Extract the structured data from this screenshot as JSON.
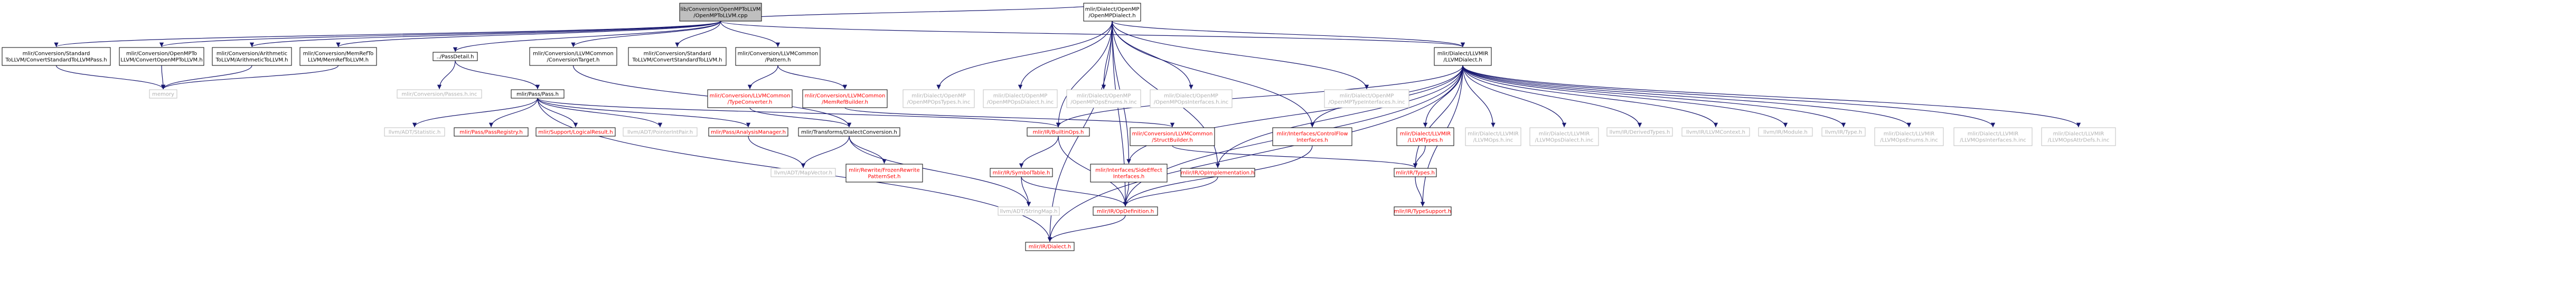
{
  "colors": {
    "edge": "#191970",
    "root_fill": "#bfbfbf",
    "root_stroke": "#000000",
    "node_fill": "#ffffff",
    "doc_node_stroke": "#000000",
    "nodoc_node_stroke": "#bfbfbf",
    "linked_text": "#000000",
    "nolink_text": "#b0b0b0",
    "red_text": "#ff0000"
  },
  "nodes": [
    {
      "id": "root",
      "lines": [
        "lib/Conversion/OpenMPToLLVM",
        "/OpenMPToLLVM.cpp"
      ],
      "style": "root"
    },
    {
      "id": "n_std_to_llvm_pass",
      "lines": [
        "mlir/Conversion/Standard",
        "ToLLVM/ConvertStandardToLLVMPass.h"
      ],
      "style": "doc"
    },
    {
      "id": "n_openmp_to_llvm",
      "lines": [
        "mlir/Conversion/OpenMPTo",
        "LLVM/ConvertOpenMPToLLVM.h"
      ],
      "style": "doc"
    },
    {
      "id": "n_arith_to_llvm",
      "lines": [
        "mlir/Conversion/Arithmetic",
        "ToLLVM/ArithmeticToLLVM.h"
      ],
      "style": "doc"
    },
    {
      "id": "n_memref_to_llvm",
      "lines": [
        "mlir/Conversion/MemRefTo",
        "LLVM/MemRefToLLVM.h"
      ],
      "style": "doc"
    },
    {
      "id": "n_memory",
      "lines": [
        "memory"
      ],
      "style": "nodoc"
    },
    {
      "id": "n_passdetail",
      "lines": [
        "../PassDetail.h"
      ],
      "style": "doc"
    },
    {
      "id": "n_conv_passes",
      "lines": [
        "mlir/Conversion/Passes.h.inc"
      ],
      "style": "nodoc"
    },
    {
      "id": "n_pass",
      "lines": [
        "mlir/Pass/Pass.h"
      ],
      "style": "doc"
    },
    {
      "id": "n_statistic",
      "lines": [
        "llvm/ADT/Statistic.h"
      ],
      "style": "nodoc"
    },
    {
      "id": "n_pass_registry",
      "lines": [
        "mlir/Pass/PassRegistry.h"
      ],
      "style": "red"
    },
    {
      "id": "n_logical_result",
      "lines": [
        "mlir/Support/LogicalResult.h"
      ],
      "style": "red"
    },
    {
      "id": "n_pointer_int_pair",
      "lines": [
        "llvm/ADT/PointerIntPair.h"
      ],
      "style": "nodoc"
    },
    {
      "id": "n_analysis_manager",
      "lines": [
        "mlir/Pass/AnalysisManager.h"
      ],
      "style": "red"
    },
    {
      "id": "n_llvmcommon_target",
      "lines": [
        "mlir/Conversion/LLVMCommon",
        "/ConversionTarget.h"
      ],
      "style": "doc"
    },
    {
      "id": "n_std_to_llvm",
      "lines": [
        "mlir/Conversion/Standard",
        "ToLLVM/ConvertStandardToLLVM.h"
      ],
      "style": "doc"
    },
    {
      "id": "n_llvmcommon_pattern",
      "lines": [
        "mlir/Conversion/LLVMCommon",
        "/Pattern.h"
      ],
      "style": "doc"
    },
    {
      "id": "n_type_converter",
      "lines": [
        "mlir/Conversion/LLVMCommon",
        "/TypeConverter.h"
      ],
      "style": "red"
    },
    {
      "id": "n_memref_builder",
      "lines": [
        "mlir/Conversion/LLVMCommon",
        "/MemRefBuilder.h"
      ],
      "style": "red"
    },
    {
      "id": "n_dialect_conversion",
      "lines": [
        "mlir/Transforms/DialectConversion.h"
      ],
      "style": "doc"
    },
    {
      "id": "n_mapvector",
      "lines": [
        "llvm/ADT/MapVector.h"
      ],
      "style": "nodoc"
    },
    {
      "id": "n_frozen_rewrite",
      "lines": [
        "mlir/Rewrite/FrozenRewrite",
        "PatternSet.h"
      ],
      "style": "red"
    },
    {
      "id": "n_openmp_dialect",
      "lines": [
        "mlir/Dialect/OpenMP",
        "/OpenMPDialect.h"
      ],
      "style": "doc"
    },
    {
      "id": "n_openmp_types_inc",
      "lines": [
        "mlir/Dialect/OpenMP",
        "/OpenMPOpsTypes.h.inc"
      ],
      "style": "nodoc"
    },
    {
      "id": "n_openmp_dialect_inc",
      "lines": [
        "mlir/Dialect/OpenMP",
        "/OpenMPOpsDialect.h.inc"
      ],
      "style": "nodoc"
    },
    {
      "id": "n_openmp_enums_inc",
      "lines": [
        "mlir/Dialect/OpenMP",
        "/OpenMPOpsEnums.h.inc"
      ],
      "style": "nodoc"
    },
    {
      "id": "n_openmp_iface_inc",
      "lines": [
        "mlir/Dialect/OpenMP",
        "/OpenMPOpsInterfaces.h.inc"
      ],
      "style": "nodoc"
    },
    {
      "id": "n_openmp_typeiface_inc",
      "lines": [
        "mlir/Dialect/OpenMP",
        "/OpenMPTypeInterfaces.h.inc"
      ],
      "style": "nodoc"
    },
    {
      "id": "n_builtin_ops",
      "lines": [
        "mlir/IR/BuiltinOps.h"
      ],
      "style": "red"
    },
    {
      "id": "n_structbuilder",
      "lines": [
        "mlir/Conversion/LLVMCommon",
        "/StructBuilder.h"
      ],
      "style": "red"
    },
    {
      "id": "n_symbol_table",
      "lines": [
        "mlir/IR/SymbolTable.h"
      ],
      "style": "red"
    },
    {
      "id": "n_stringmap",
      "lines": [
        "llvm/ADT/StringMap.h"
      ],
      "style": "nodoc"
    },
    {
      "id": "n_sideeffect",
      "lines": [
        "mlir/Interfaces/SideEffect",
        "Interfaces.h"
      ],
      "style": "red"
    },
    {
      "id": "n_op_impl",
      "lines": [
        "mlir/IR/OpImplementation.h"
      ],
      "style": "red"
    },
    {
      "id": "n_op_definition",
      "lines": [
        "mlir/IR/OpDefinition.h"
      ],
      "style": "red"
    },
    {
      "id": "n_ir_dialect",
      "lines": [
        "mlir/IR/Dialect.h"
      ],
      "style": "red"
    },
    {
      "id": "n_controlflow",
      "lines": [
        "mlir/Interfaces/ControlFlow",
        "Interfaces.h"
      ],
      "style": "red"
    },
    {
      "id": "n_llvm_dialect",
      "lines": [
        "mlir/Dialect/LLVMIR",
        "/LLVMDialect.h"
      ],
      "style": "doc"
    },
    {
      "id": "n_llvm_types",
      "lines": [
        "mlir/Dialect/LLVMIR",
        "/LLVMTypes.h"
      ],
      "style": "red"
    },
    {
      "id": "n_ir_types",
      "lines": [
        "mlir/IR/Types.h"
      ],
      "style": "red"
    },
    {
      "id": "n_type_support",
      "lines": [
        "mlir/IR/TypeSupport.h"
      ],
      "style": "red"
    },
    {
      "id": "n_llvm_ops_inc",
      "lines": [
        "mlir/Dialect/LLVMIR",
        "/LLVMOps.h.inc"
      ],
      "style": "nodoc"
    },
    {
      "id": "n_llvm_opsdialect_inc",
      "lines": [
        "mlir/Dialect/LLVMIR",
        "/LLVMOpsDialect.h.inc"
      ],
      "style": "nodoc"
    },
    {
      "id": "n_derived_types",
      "lines": [
        "llvm/IR/DerivedTypes.h"
      ],
      "style": "nodoc"
    },
    {
      "id": "n_llvm_context",
      "lines": [
        "llvm/IR/LLVMContext.h"
      ],
      "style": "nodoc"
    },
    {
      "id": "n_llvm_module",
      "lines": [
        "llvm/IR/Module.h"
      ],
      "style": "nodoc"
    },
    {
      "id": "n_llvm_type",
      "lines": [
        "llvm/IR/Type.h"
      ],
      "style": "nodoc"
    },
    {
      "id": "n_llvm_enums_inc",
      "lines": [
        "mlir/Dialect/LLVMIR",
        "/LLVMOpsEnums.h.inc"
      ],
      "style": "nodoc"
    },
    {
      "id": "n_llvm_iface_inc",
      "lines": [
        "mlir/Dialect/LLVMIR",
        "/LLVMOpsInterfaces.h.inc"
      ],
      "style": "nodoc"
    },
    {
      "id": "n_llvm_attrdefs_inc",
      "lines": [
        "mlir/Dialect/LLVMIR",
        "/LLVMOpsAttrDefs.h.inc"
      ],
      "style": "nodoc"
    }
  ],
  "edges": [
    [
      "root",
      "n_std_to_llvm_pass"
    ],
    [
      "root",
      "n_openmp_to_llvm"
    ],
    [
      "root",
      "n_arith_to_llvm"
    ],
    [
      "root",
      "n_memref_to_llvm"
    ],
    [
      "root",
      "n_passdetail"
    ],
    [
      "root",
      "n_llvmcommon_target"
    ],
    [
      "root",
      "n_std_to_llvm"
    ],
    [
      "root",
      "n_llvmcommon_pattern"
    ],
    [
      "root",
      "n_openmp_dialect"
    ],
    [
      "root",
      "n_llvm_dialect"
    ],
    [
      "n_std_to_llvm_pass",
      "n_memory"
    ],
    [
      "n_openmp_to_llvm",
      "n_memory"
    ],
    [
      "n_arith_to_llvm",
      "n_memory"
    ],
    [
      "n_memref_to_llvm",
      "n_memory"
    ],
    [
      "n_passdetail",
      "n_conv_passes"
    ],
    [
      "n_passdetail",
      "n_pass"
    ],
    [
      "n_pass",
      "n_statistic"
    ],
    [
      "n_pass",
      "n_pass_registry"
    ],
    [
      "n_pass",
      "n_logical_result"
    ],
    [
      "n_pass",
      "n_pointer_int_pair"
    ],
    [
      "n_pass",
      "n_analysis_manager"
    ],
    [
      "n_pass",
      "n_builtin_ops"
    ],
    [
      "n_pass",
      "n_ir_dialect"
    ],
    [
      "n_analysis_manager",
      "n_mapvector"
    ],
    [
      "n_llvmcommon_target",
      "n_dialect_conversion"
    ],
    [
      "n_llvmcommon_pattern",
      "n_type_converter"
    ],
    [
      "n_llvmcommon_pattern",
      "n_memref_builder"
    ],
    [
      "n_type_converter",
      "n_dialect_conversion"
    ],
    [
      "n_memref_builder",
      "n_structbuilder"
    ],
    [
      "n_dialect_conversion",
      "n_mapvector"
    ],
    [
      "n_dialect_conversion",
      "n_frozen_rewrite"
    ],
    [
      "n_dialect_conversion",
      "n_stringmap"
    ],
    [
      "n_openmp_dialect",
      "n_openmp_types_inc"
    ],
    [
      "n_openmp_dialect",
      "n_openmp_dialect_inc"
    ],
    [
      "n_openmp_dialect",
      "n_openmp_enums_inc"
    ],
    [
      "n_openmp_dialect",
      "n_openmp_iface_inc"
    ],
    [
      "n_openmp_dialect",
      "n_openmp_typeiface_inc"
    ],
    [
      "n_openmp_dialect",
      "n_llvm_dialect"
    ],
    [
      "n_openmp_dialect",
      "n_builtin_ops"
    ],
    [
      "n_openmp_dialect",
      "n_sideeffect"
    ],
    [
      "n_openmp_dialect",
      "n_op_impl"
    ],
    [
      "n_openmp_dialect",
      "n_op_definition"
    ],
    [
      "n_openmp_dialect",
      "n_ir_dialect"
    ],
    [
      "n_openmp_dialect",
      "n_controlflow"
    ],
    [
      "n_builtin_ops",
      "n_symbol_table"
    ],
    [
      "n_builtin_ops",
      "n_op_definition"
    ],
    [
      "n_symbol_table",
      "n_stringmap"
    ],
    [
      "n_symbol_table",
      "n_op_definition"
    ],
    [
      "n_sideeffect",
      "n_op_definition"
    ],
    [
      "n_op_impl",
      "n_op_definition"
    ],
    [
      "n_op_definition",
      "n_ir_dialect"
    ],
    [
      "n_controlflow",
      "n_op_definition"
    ],
    [
      "n_structbuilder",
      "n_ir_types"
    ],
    [
      "n_llvm_dialect",
      "n_builtin_ops"
    ],
    [
      "n_llvm_dialect",
      "n_controlflow"
    ],
    [
      "n_llvm_dialect",
      "n_sideeffect"
    ],
    [
      "n_llvm_dialect",
      "n_op_impl"
    ],
    [
      "n_llvm_dialect",
      "n_op_definition"
    ],
    [
      "n_llvm_dialect",
      "n_ir_dialect"
    ],
    [
      "n_llvm_dialect",
      "n_llvm_types"
    ],
    [
      "n_llvm_dialect",
      "n_ir_types"
    ],
    [
      "n_llvm_dialect",
      "n_type_support"
    ],
    [
      "n_llvm_dialect",
      "n_llvm_ops_inc"
    ],
    [
      "n_llvm_dialect",
      "n_llvm_opsdialect_inc"
    ],
    [
      "n_llvm_dialect",
      "n_derived_types"
    ],
    [
      "n_llvm_dialect",
      "n_llvm_context"
    ],
    [
      "n_llvm_dialect",
      "n_llvm_module"
    ],
    [
      "n_llvm_dialect",
      "n_llvm_type"
    ],
    [
      "n_llvm_dialect",
      "n_llvm_enums_inc"
    ],
    [
      "n_llvm_dialect",
      "n_llvm_iface_inc"
    ],
    [
      "n_llvm_dialect",
      "n_llvm_attrdefs_inc"
    ],
    [
      "n_llvm_types",
      "n_ir_types"
    ],
    [
      "n_ir_types",
      "n_type_support"
    ]
  ]
}
